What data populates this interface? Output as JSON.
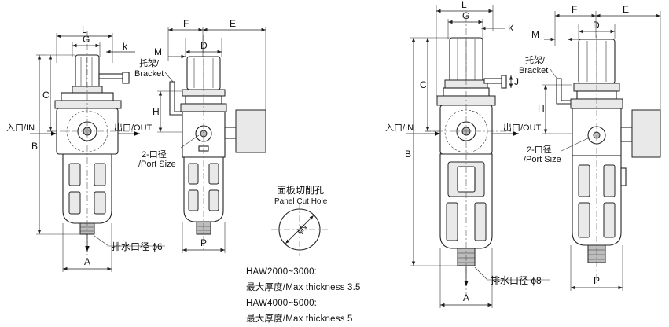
{
  "labels": {
    "L": "L",
    "G": "G",
    "K": "k",
    "K2": "K",
    "C": "C",
    "B": "B",
    "A": "A",
    "F": "F",
    "E": "E",
    "D": "D",
    "M": "M",
    "H": "H",
    "J": "J",
    "P": "P",
    "N": "N"
  },
  "left": {
    "inlet": "入口/IN",
    "outlet": "出口/OUT",
    "bracket_cn": "托架/",
    "bracket_en": "Bracket",
    "port_cn": "2-口径",
    "port_en": "/Port Size",
    "drain": "排水口径 ϕ6"
  },
  "right": {
    "inlet": "入口/IN",
    "outlet": "出口/OUT",
    "bracket_cn": "托架/",
    "bracket_en": "Bracket",
    "port_cn": "2-口径",
    "port_en": "/Port Size",
    "drain": "排水口径 ϕ8"
  },
  "panel": {
    "title_cn": "面板切削孔",
    "title_en": "Panel Cut Hole",
    "n_label": "ϕN"
  },
  "notes": {
    "range1": "HAW2000~3000:",
    "thick1": "最大厚度/Max thickness  3.5",
    "range2": "HAW4000~5000:",
    "thick2": "最大厚度/Max thickness  5"
  }
}
